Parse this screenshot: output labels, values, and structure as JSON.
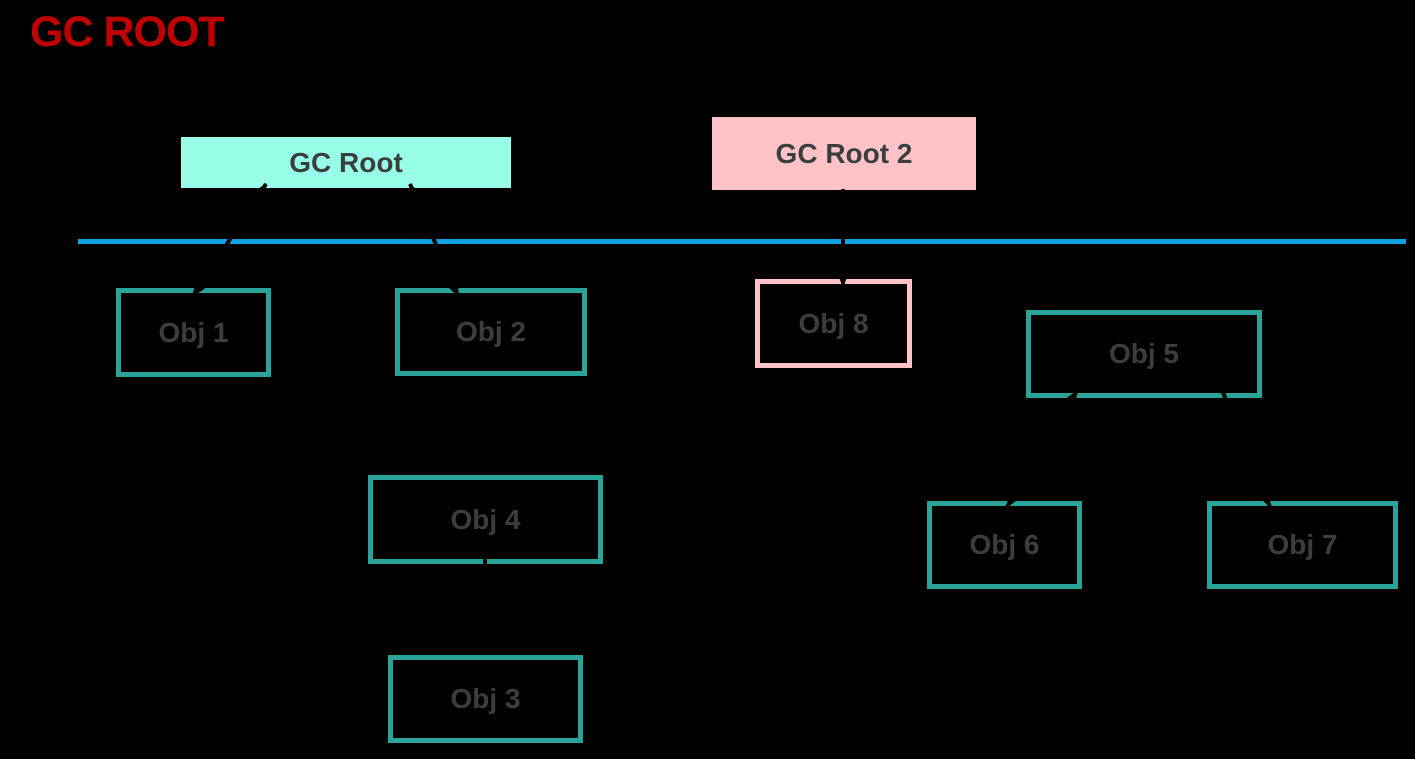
{
  "title": {
    "label": "GC ROOT"
  },
  "roots": [
    {
      "id": "gc-root",
      "label": "GC Root"
    },
    {
      "id": "gc-root-2",
      "label": "GC Root 2"
    }
  ],
  "objects": [
    {
      "id": "obj-1",
      "label": "Obj 1"
    },
    {
      "id": "obj-2",
      "label": "Obj 2"
    },
    {
      "id": "obj-3",
      "label": "Obj 3"
    },
    {
      "id": "obj-4",
      "label": "Obj 4"
    },
    {
      "id": "obj-5",
      "label": "Obj 5"
    },
    {
      "id": "obj-6",
      "label": "Obj 6"
    },
    {
      "id": "obj-7",
      "label": "Obj 7"
    },
    {
      "id": "obj-8",
      "label": "Obj 8"
    }
  ],
  "edges": [
    {
      "from": "gc-root",
      "to": "obj-1"
    },
    {
      "from": "gc-root",
      "to": "obj-2"
    },
    {
      "from": "gc-root-2",
      "to": "obj-8"
    },
    {
      "from": "obj-4",
      "to": "obj-3"
    },
    {
      "from": "obj-5",
      "to": "obj-6"
    },
    {
      "from": "obj-5",
      "to": "obj-7"
    }
  ],
  "colors": {
    "bg": "#000000",
    "red": "#c00000",
    "mint": "#97ffe7",
    "pink": "#ffc3c7",
    "teal": "#2aa49a",
    "blue": "#10a2e3",
    "ink": "#3b3e41",
    "arrow": "#000000"
  }
}
